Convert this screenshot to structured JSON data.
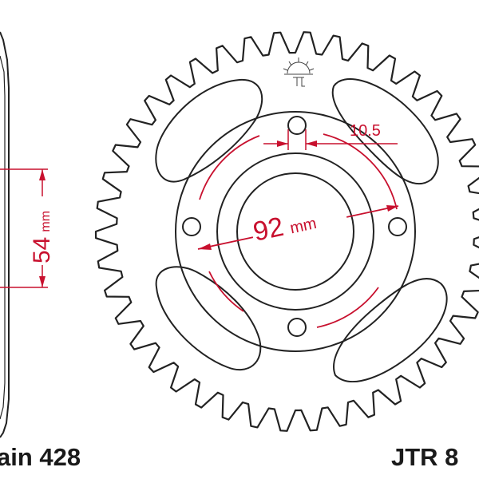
{
  "side_view": {
    "dimension_value": "54",
    "dimension_unit": "mm",
    "caption": "ain 428"
  },
  "sprocket": {
    "tooth_count": 42,
    "bolt_holes": 4,
    "bolt_circle_value": "92",
    "bolt_circle_unit": "mm",
    "hole_diameter": "10.5",
    "part_number": "JTR 8"
  },
  "colors": {
    "outline": "#222222",
    "dimension": "#c8102e",
    "background": "#ffffff"
  },
  "icons": {
    "brand_logo": "jt-sun-logo-icon"
  }
}
